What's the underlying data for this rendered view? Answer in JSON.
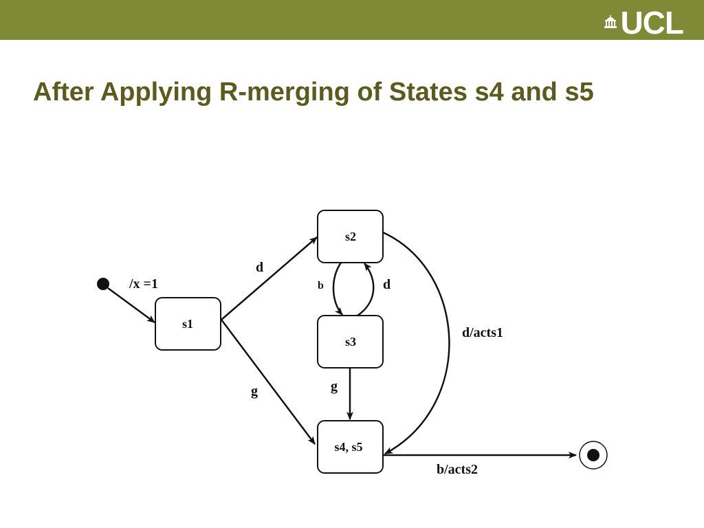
{
  "colors": {
    "header": "#7f8a36",
    "title": "#5b5a1f",
    "ink": "#111111"
  },
  "header": {
    "logo_text": "UCL",
    "logo_icon": "portico-icon"
  },
  "slide": {
    "title": "After Applying R-merging of States s4 and s5"
  },
  "diagram": {
    "states": {
      "s1": "s1",
      "s2": "s2",
      "s3": "s3",
      "s45": "s4, s5"
    },
    "transitions": {
      "init": "/x =1",
      "s1_s2": "d",
      "s1_s45": "g",
      "s2_s3": "b",
      "s3_s2": "d",
      "s3_s45": "g",
      "s2_s45": "d/acts1",
      "s45_final": "b/acts2"
    }
  }
}
